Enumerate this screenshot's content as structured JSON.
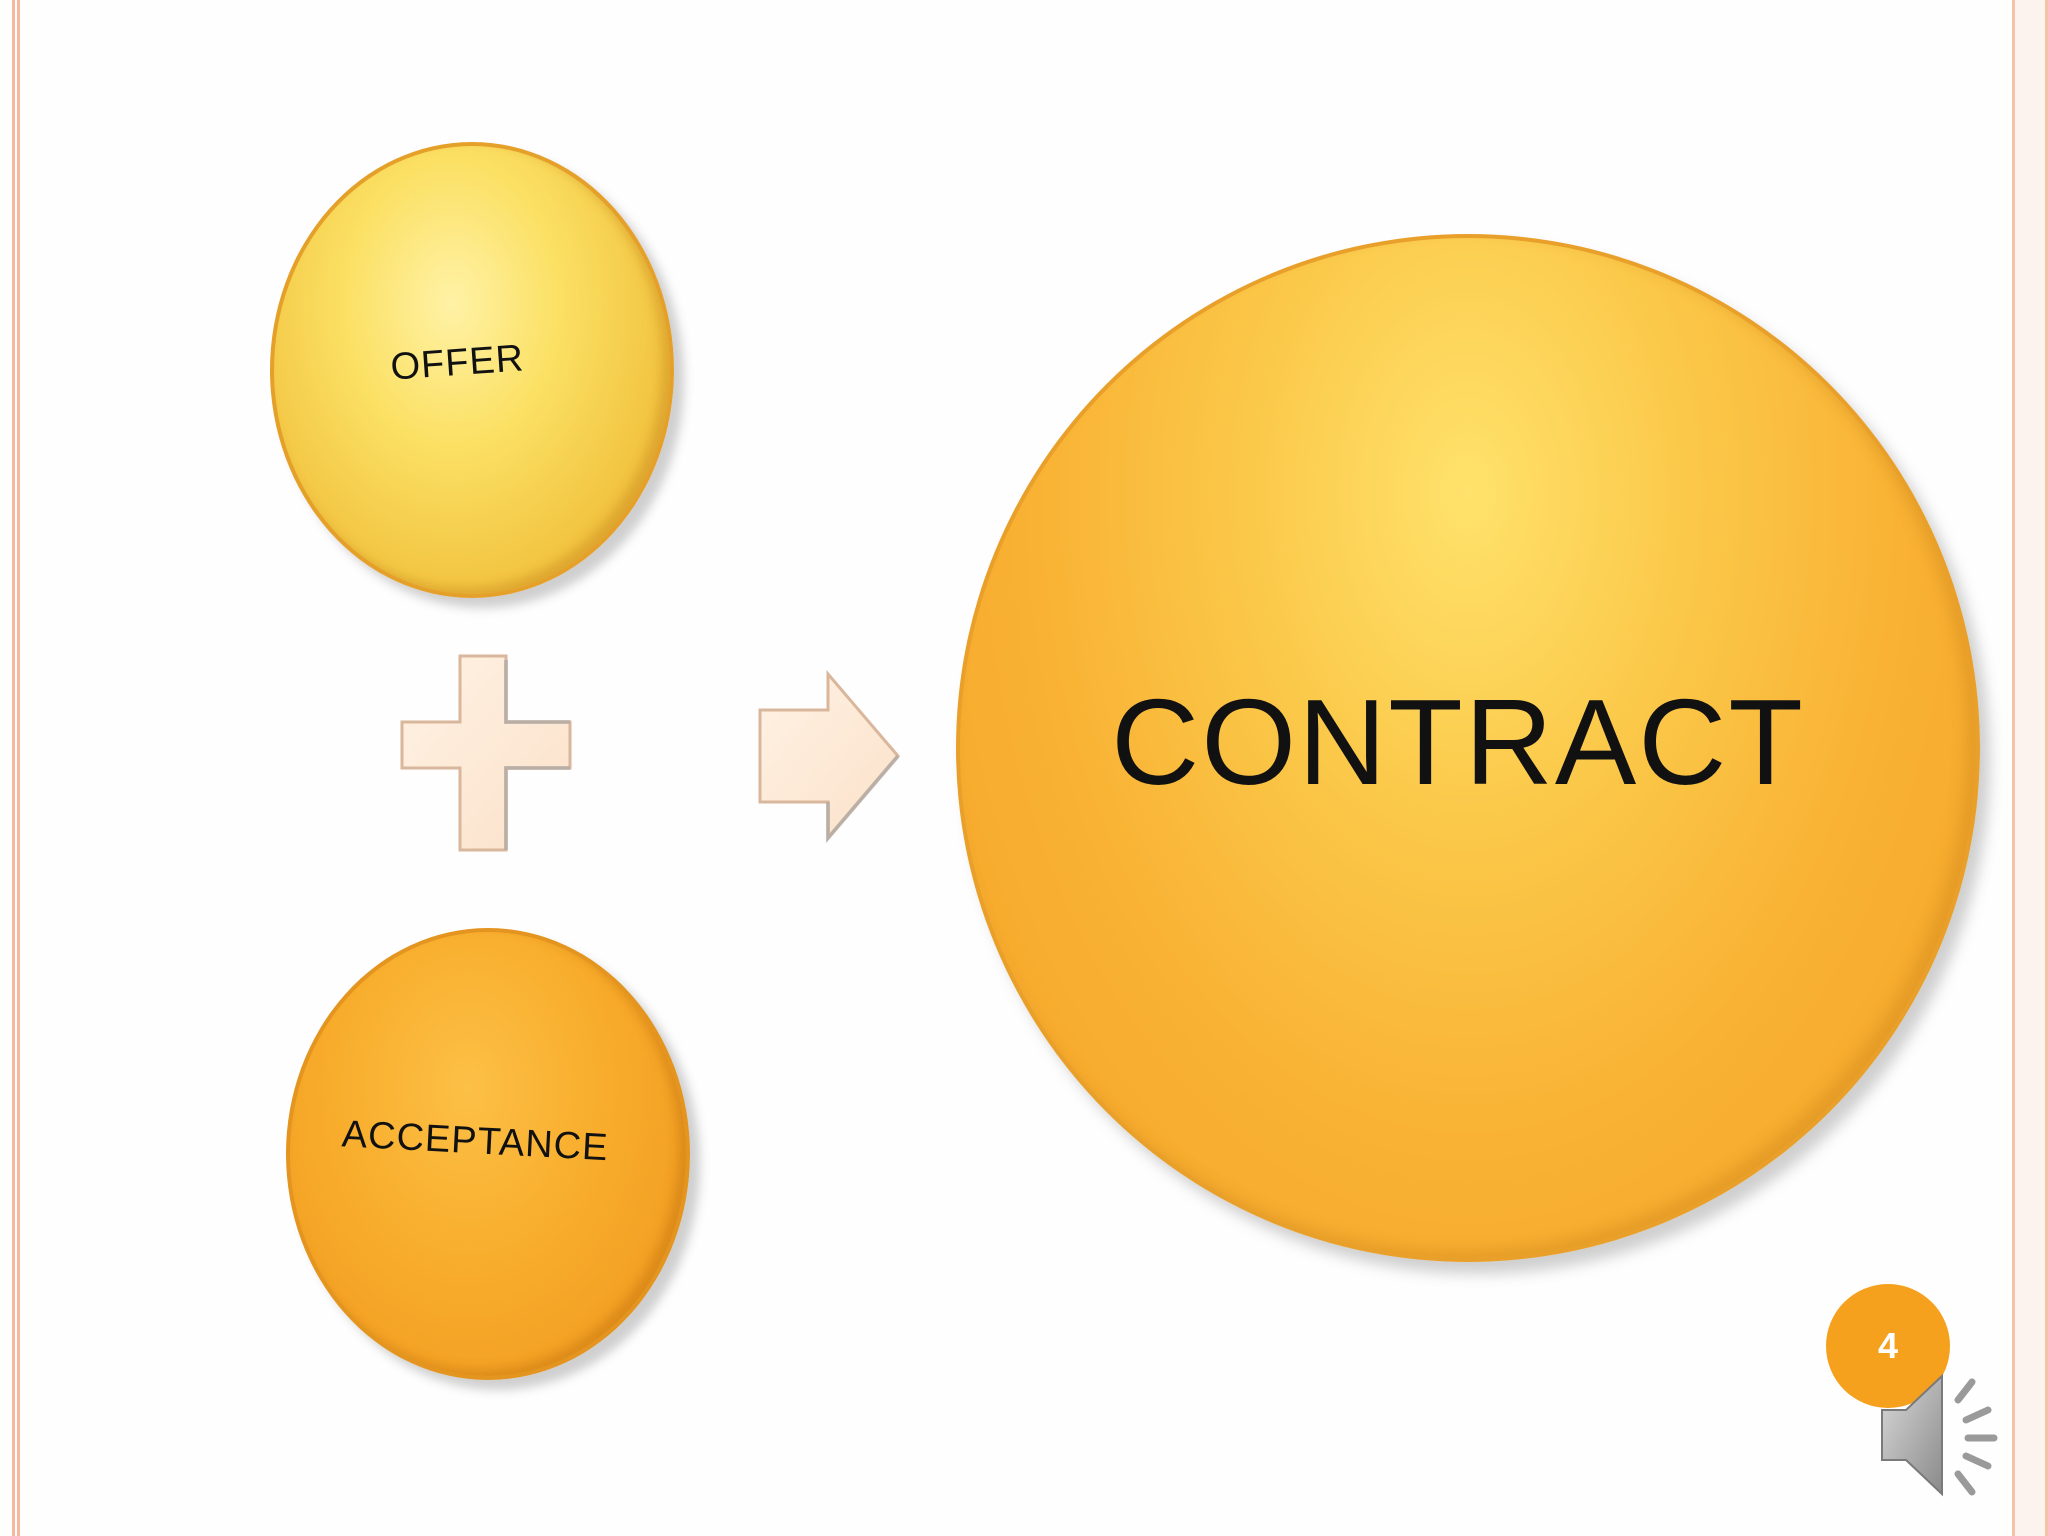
{
  "diagram": {
    "nodes": {
      "offer": "OFFER",
      "acceptance": "ACCEPTANCE",
      "contract": "CONTRACT"
    },
    "operators": {
      "plus": "plus-icon",
      "arrow": "right-arrow-icon"
    }
  },
  "slide": {
    "page_number": "4"
  },
  "icons": {
    "speaker": "speaker-icon"
  },
  "colors": {
    "offer_fill": "#fbe063",
    "acceptance_fill": "#f8ac2b",
    "contract_fill": "#f9b234",
    "shape_fill": "#fde9d6",
    "page_badge": "#f5a11e",
    "border": "#f3c2a8"
  }
}
